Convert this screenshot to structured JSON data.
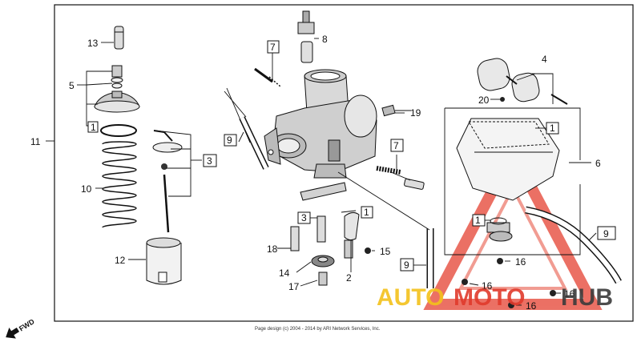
{
  "diagram": {
    "callouts": {
      "c1": "1",
      "c1b": "1",
      "c1c": "1",
      "c1d": "1",
      "c2": "2",
      "c3": "3",
      "c3b": "3",
      "c4": "4",
      "c5": "5",
      "c6": "6",
      "c7": "7",
      "c7b": "7",
      "c8": "8",
      "c9": "9",
      "c9b": "9",
      "c9c": "9",
      "c10": "10",
      "c11": "11",
      "c12": "12",
      "c13": "13",
      "c14": "14",
      "c15": "15",
      "c16a": "16",
      "c16b": "16",
      "c16c": "16",
      "c16d": "16",
      "c17": "17",
      "c18": "18",
      "c19": "19",
      "c20": "20"
    },
    "fwd": "FWD",
    "copyright": "Page design (c) 2004 - 2014 by ARI Network Services, Inc.",
    "watermark": {
      "part1": "AUTO",
      "part2": "MOTO",
      "part3": "HUB"
    },
    "colors": {
      "ink": "#111111",
      "watermark_yellow": "#f3c11b",
      "watermark_red": "#e03a2c"
    }
  }
}
